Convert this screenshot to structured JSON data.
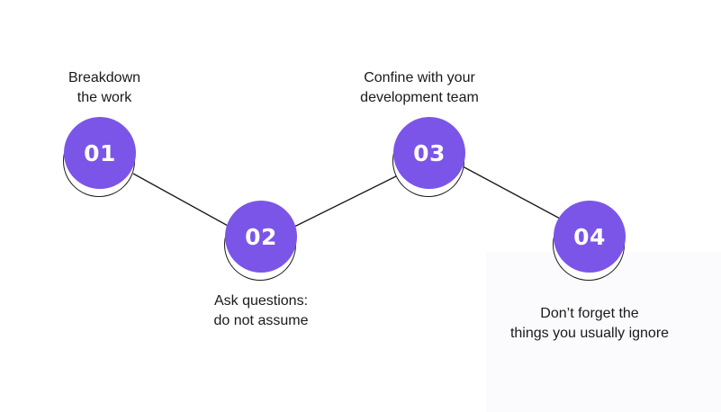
{
  "colors": {
    "circle_fill": "#7b55e8",
    "number_text": "#ffffff",
    "line": "#1a1a1a",
    "label_text": "#1a1a1a"
  },
  "steps": [
    {
      "number": "01",
      "label_lines": [
        "Breakdown",
        "the work"
      ]
    },
    {
      "number": "02",
      "label_lines": [
        "Ask questions:",
        "do not assume"
      ]
    },
    {
      "number": "03",
      "label_lines": [
        "Confine with your",
        "development team"
      ]
    },
    {
      "number": "04",
      "label_lines": [
        "Don’t forget the",
        "things you usually ignore"
      ]
    }
  ]
}
